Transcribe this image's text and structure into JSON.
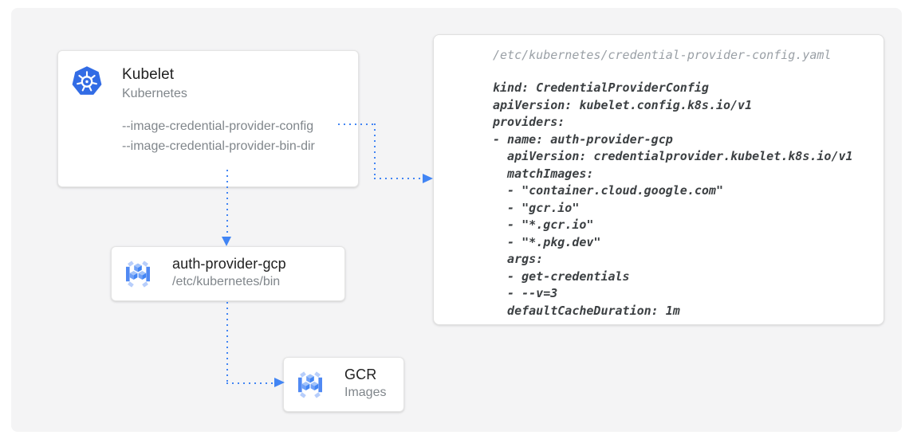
{
  "diagram": {
    "nodes": {
      "kubelet": {
        "title": "Kubelet",
        "subtitle": "Kubernetes",
        "flags": [
          "--image-credential-provider-config",
          "--image-credential-provider-bin-dir"
        ],
        "icon": "kubernetes-icon"
      },
      "auth_provider": {
        "title": "auth-provider-gcp",
        "subtitle": "/etc/kubernetes/bin",
        "icon": "gcr-icon"
      },
      "gcr": {
        "title": "GCR",
        "subtitle": "Images",
        "icon": "gcr-icon"
      }
    },
    "edges": [
      {
        "from": "kubelet:--image-credential-provider-config",
        "to": "credential-provider-config-yaml",
        "style": "dotted-blue-arrow"
      },
      {
        "from": "kubelet",
        "to": "auth-provider-gcp",
        "style": "dotted-blue-arrow"
      },
      {
        "from": "auth-provider-gcp",
        "to": "gcr",
        "style": "dotted-blue-arrow"
      }
    ]
  },
  "code_panel": {
    "filename": "/etc/kubernetes/credential-provider-config.yaml",
    "lines": [
      "kind: CredentialProviderConfig",
      "apiVersion: kubelet.config.k8s.io/v1",
      "providers:",
      "- name: auth-provider-gcp",
      "  apiVersion: credentialprovider.kubelet.k8s.io/v1",
      "  matchImages:",
      "  - \"container.cloud.google.com\"",
      "  - \"gcr.io\"",
      "  - \"*.gcr.io\"",
      "  - \"*.pkg.dev\"",
      "  args:",
      "  - get-credentials",
      "  - --v=3",
      "  defaultCacheDuration: 1m"
    ]
  },
  "colors": {
    "arrow_blue": "#4285f4",
    "kubernetes_blue": "#326ce5",
    "panel_background": "#f4f4f5",
    "card_background": "#ffffff",
    "title_text": "#212121",
    "secondary_text": "#80868b",
    "code_text": "#3c4043",
    "code_filename_text": "#9aa0a6"
  }
}
